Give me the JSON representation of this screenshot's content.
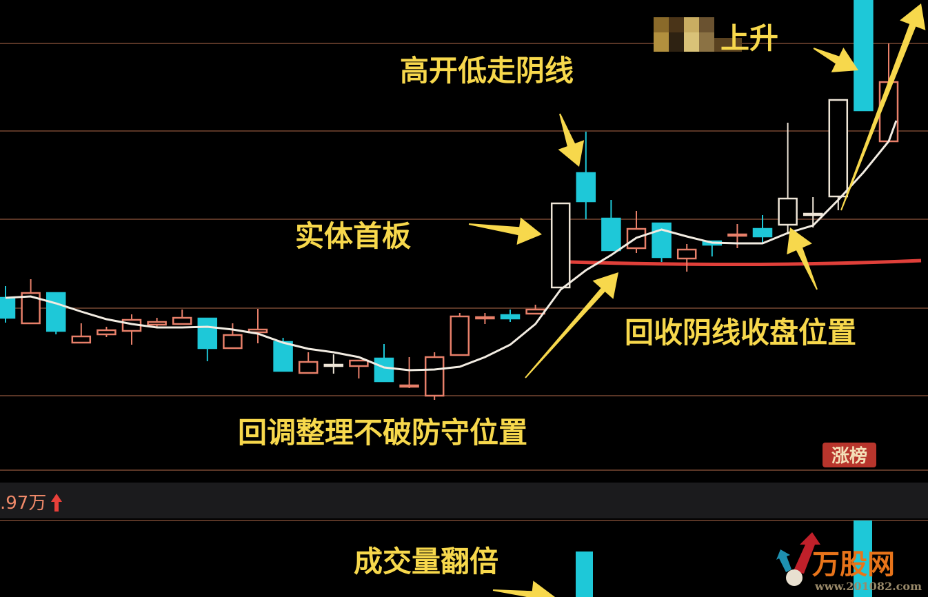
{
  "chart_data": {
    "type": "candlestick",
    "title": "",
    "xlabel": "",
    "ylabel": "",
    "grid": true,
    "colors": {
      "up": "#e8806a",
      "down": "#1ec8d8",
      "neutral": "#efe6d8",
      "ma": "#f2ece2",
      "support": "#e0403a",
      "annotation": "#f7d84c",
      "grid": "#5a3626"
    },
    "candles": [
      {
        "o": 33.6,
        "c": 27.8,
        "h": 37,
        "l": 26.4,
        "ma": 33.6
      },
      {
        "o": 26.2,
        "c": 35,
        "h": 39,
        "l": 26.2,
        "ma": 34
      },
      {
        "o": 35,
        "c": 24,
        "h": 35,
        "l": 23,
        "ma": 32
      },
      {
        "o": 20.6,
        "c": 22.4,
        "h": 26.2,
        "l": 20.6,
        "ma": 29.6
      },
      {
        "o": 23,
        "c": 24.2,
        "h": 25.2,
        "l": 22.2,
        "ma": 27.4
      },
      {
        "o": 24,
        "c": 27.2,
        "h": 28.8,
        "l": 20,
        "ma": 26
      },
      {
        "o": 25.8,
        "c": 26.6,
        "h": 27.8,
        "l": 25.2,
        "ma": 25
      },
      {
        "o": 26,
        "c": 27.8,
        "h": 30.2,
        "l": 26,
        "ma": 25
      },
      {
        "o": 27.6,
        "c": 19,
        "h": 27.6,
        "l": 15.2,
        "ma": 25.2
      },
      {
        "o": 19,
        "c": 22.8,
        "h": 26.2,
        "l": 19,
        "ma": 24.4
      },
      {
        "o": 23.6,
        "c": 24.4,
        "h": 30.4,
        "l": 20.4,
        "ma": 23.2
      },
      {
        "o": 20.8,
        "c": 12.4,
        "h": 22,
        "l": 12.4,
        "ma": 20.6
      },
      {
        "o": 11.8,
        "c": 15,
        "h": 17.8,
        "l": 11.8,
        "ma": 18.8
      },
      {
        "o": 14.2,
        "c": 14.2,
        "h": 17.2,
        "l": 11.6,
        "ma": 17.8,
        "style": "neutral"
      },
      {
        "o": 13.8,
        "c": 15.4,
        "h": 15.4,
        "l": 10.2,
        "ma": 16.4
      },
      {
        "o": 16,
        "c": 9.4,
        "h": 20.2,
        "l": 9.4,
        "ma": 13.4
      },
      {
        "o": 8,
        "c": 8.2,
        "h": 16.4,
        "l": 7.4,
        "ma": 12.6
      },
      {
        "o": 5.2,
        "c": 16.4,
        "h": 17.8,
        "l": 4,
        "ma": 12.8
      },
      {
        "o": 17,
        "c": 28.2,
        "h": 29.2,
        "l": 17,
        "ma": 13.6
      },
      {
        "o": 27.6,
        "c": 28,
        "h": 29.2,
        "l": 26,
        "ma": 16.4
      },
      {
        "o": 28.6,
        "c": 27.6,
        "h": 30.2,
        "l": 26.6,
        "ma": 20
      },
      {
        "o": 29,
        "c": 30.2,
        "h": 31.6,
        "l": 29,
        "ma": 26
      },
      {
        "o": 36.6,
        "c": 61,
        "h": 61,
        "l": 36.6,
        "ma": 36,
        "style": "neutral"
      },
      {
        "o": 69.8,
        "c": 61.6,
        "h": 81.8,
        "l": 56.4,
        "ma": 41.6
      },
      {
        "o": 56.6,
        "c": 47.4,
        "h": 62,
        "l": 47.4,
        "ma": 46
      },
      {
        "o": 48,
        "c": 53.6,
        "h": 58.8,
        "l": 46.6,
        "ma": 51
      },
      {
        "o": 55.2,
        "c": 45.4,
        "h": 55.2,
        "l": 44,
        "ma": 53.4
      },
      {
        "o": 45,
        "c": 47.6,
        "h": 49.2,
        "l": 41.2,
        "ma": 51.4
      },
      {
        "o": 50,
        "c": 49,
        "h": 50,
        "l": 45.6,
        "ma": 49.6
      },
      {
        "o": 51.6,
        "c": 52,
        "h": 55,
        "l": 48,
        "ma": 49.4
      },
      {
        "o": 53.6,
        "c": 51.4,
        "h": 57.6,
        "l": 49.6,
        "ma": 49.4
      },
      {
        "o": 54.8,
        "c": 62.4,
        "h": 84.4,
        "l": 52,
        "ma": 52.4,
        "style": "neutral"
      },
      {
        "o": 57.8,
        "c": 58,
        "h": 62.8,
        "l": 54,
        "ma": 54.6,
        "style": "neutral"
      },
      {
        "o": 63,
        "c": 91,
        "h": 91,
        "l": 59,
        "ma": 62,
        "style": "neutral"
      },
      {
        "o": 120,
        "c": 88,
        "h": 120,
        "l": 88,
        "ma": 70
      },
      {
        "o": 79,
        "c": 96.2,
        "h": 107.4,
        "l": 79,
        "ma": 79
      }
    ],
    "support_level": 44,
    "support_from_candle": 23,
    "annotations": {
      "gap_down_candle": "高开低走阴线",
      "rising_suffix": "上升",
      "first_limit_board": "实体首板",
      "recover_close": "回收阴线收盘位置",
      "pullback_hold": "回调整理不破防守位置",
      "volume_double": "成交量翻倍"
    }
  },
  "volume_header": {
    "value": ".97万",
    "trend_icon": "up-arrow-icon"
  },
  "badge": {
    "label": "涨榜"
  },
  "logo": {
    "name": "万股网",
    "url_text": "www.201082.com"
  }
}
